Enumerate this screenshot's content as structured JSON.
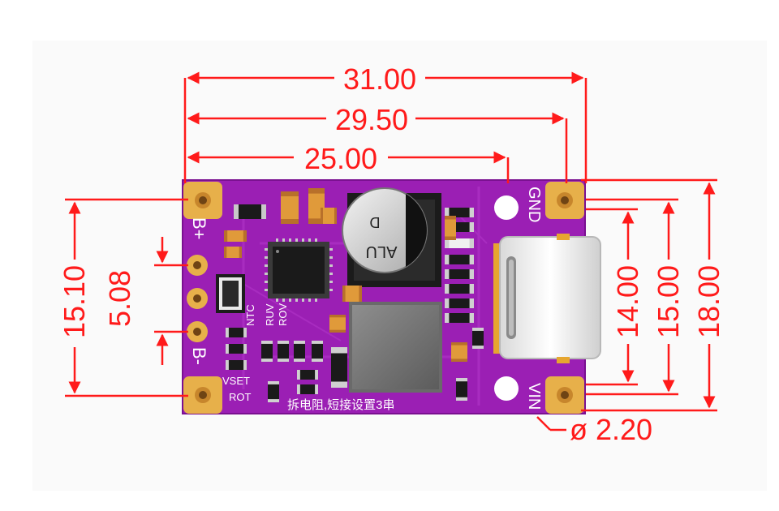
{
  "colors": {
    "board": "#9b1fb4",
    "dimension": "#ff1a1a",
    "pad_gold": "#e7b04a",
    "silkscreen": "#ffffff",
    "background": "#fafafa"
  },
  "dimensions": {
    "width_outer": "31.00",
    "width_mid": "29.50",
    "width_inner": "25.00",
    "left_height": "15.10",
    "pin_pitch": "5.08",
    "right_inner": "14.00",
    "right_mid": "15.00",
    "right_outer": "18.00",
    "hole_diameter": "ø 2.20"
  },
  "labels": {
    "gnd": "GND",
    "vin": "VIN",
    "b_plus": "B+",
    "b_minus": "B-",
    "ntc": "NTC",
    "ruv": "RUV",
    "rov": "ROV",
    "vset": "VSET",
    "rot": "ROT",
    "cap_text": "ALU",
    "cap_d": "D",
    "note": "拆电阻,短接设置3串"
  },
  "icons": {
    "capacitor": "electrolytic-capacitor-icon",
    "usb": "usb-c-connector-icon",
    "inductor": "inductor-icon",
    "ic": "qfn-ic-icon"
  }
}
